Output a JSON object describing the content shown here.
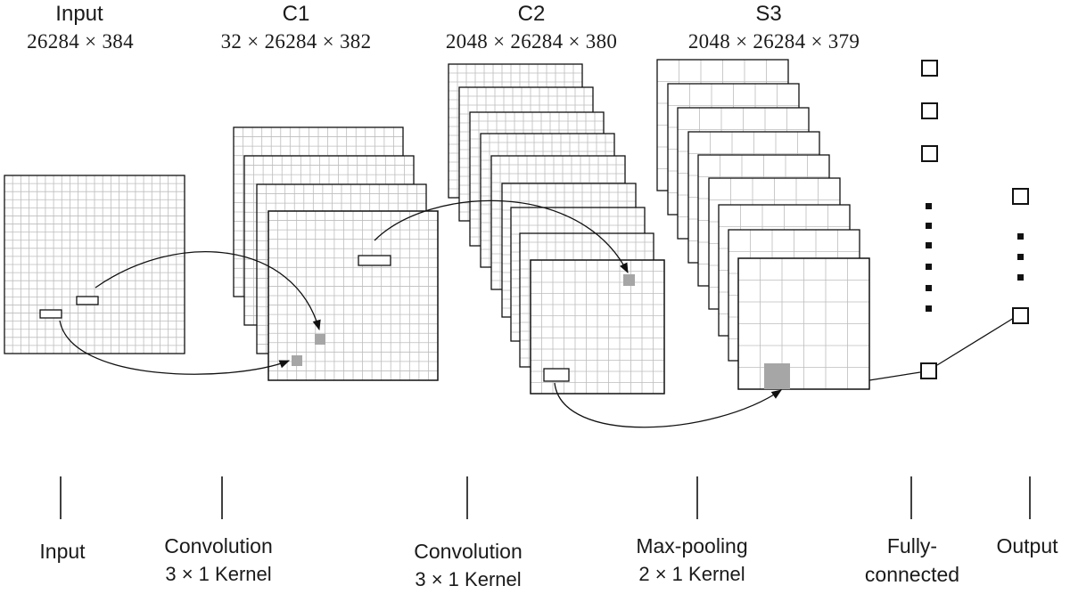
{
  "layers": [
    {
      "id": "input",
      "name": "Input",
      "dims": "26284 × 384"
    },
    {
      "id": "c1",
      "name": "C1",
      "dims": "32 × 26284 × 382"
    },
    {
      "id": "c2",
      "name": "C2",
      "dims": "2048 × 26284 × 380"
    },
    {
      "id": "s3",
      "name": "S3",
      "dims": "2048 × 26284 × 379"
    }
  ],
  "stages": [
    {
      "id": "input",
      "line1": "Input",
      "line2": ""
    },
    {
      "id": "conv1",
      "line1": "Convolution",
      "line2": "3 × 1  Kernel"
    },
    {
      "id": "conv2",
      "line1": "Convolution",
      "line2": "3 × 1  Kernel"
    },
    {
      "id": "maxpool",
      "line1": "Max-pooling",
      "line2": "2 × 1  Kernel"
    },
    {
      "id": "fc",
      "line1": "Fully-",
      "line2": "connected"
    },
    {
      "id": "output",
      "line1": "Output",
      "line2": ""
    }
  ],
  "colors": {
    "stroke": "#111111",
    "grid": "#bdbdbd",
    "highlight": "#a6a6a6"
  }
}
